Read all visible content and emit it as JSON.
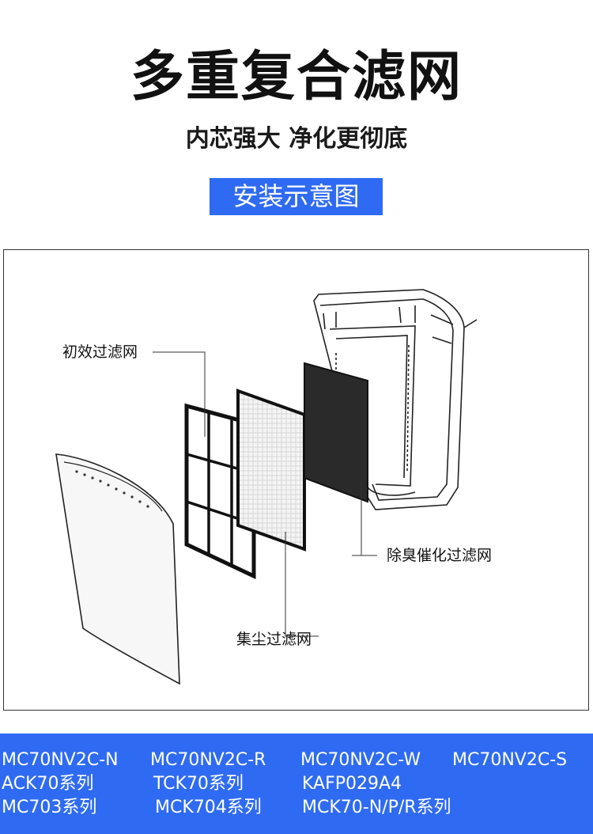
{
  "header": {
    "title": "多重复合滤网",
    "subtitle": "内芯强大 净化更彻底",
    "badge": "安装示意图"
  },
  "diagram": {
    "labels": {
      "pre_filter": "初效过滤网",
      "deodorizing_filter": "除臭催化过滤网",
      "dust_filter": "集尘过滤网"
    }
  },
  "models": {
    "rows": [
      [
        "MC70NV2C-N",
        "MC70NV2C-R",
        "MC70NV2C-W",
        "MC70NV2C-S"
      ],
      [
        "ACK70系列",
        "TCK70系列",
        "KAFP029A4"
      ],
      [
        "MC703系列",
        "MCK704系列",
        "MCK70-N/P/R系列"
      ]
    ]
  },
  "colors": {
    "accent": "#2f6bf2",
    "text": "#111111",
    "background": "#ffffff"
  }
}
